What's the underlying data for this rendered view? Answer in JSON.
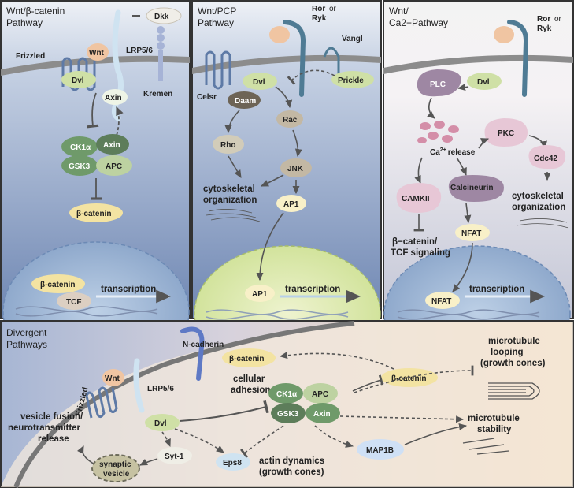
{
  "panels": {
    "canonical": {
      "title_1": "Wnt/β-catenin",
      "title_2": "Pathway"
    },
    "pcp": {
      "title_1": "Wnt/PCP",
      "title_2": "Pathway"
    },
    "calcium": {
      "title_1": "Wnt/",
      "title_2": "Ca2+Pathway"
    },
    "divergent": {
      "title_1": "Divergent",
      "title_2": "Pathways"
    }
  },
  "canonical": {
    "wnt": "Wnt",
    "dkk": "Dkk",
    "lrp": "LRP5/6",
    "frizzled": "Frizzled",
    "kremen": "Kremen",
    "dvl": "Dvl",
    "axin_top": "Axin",
    "ck1a": "CK1α",
    "axin": "Axin",
    "gsk3": "GSK3",
    "apc": "APC",
    "bcat": "β-catenin",
    "bcat_nuc": "β-catenin",
    "tcf": "TCF",
    "transcription": "transcription"
  },
  "pcp": {
    "ror_1": "Ror",
    "ror_or": "or",
    "ror_2": "Ryk",
    "vangl": "Vangl",
    "celsr": "Celsr",
    "dvl": "Dvl",
    "prickle": "Prickle",
    "daam": "Daam",
    "rac": "Rac",
    "rho": "Rho",
    "jnk": "JNK",
    "cyto_1": "cytoskeletal",
    "cyto_2": "organization",
    "ap1": "AP1",
    "ap1_nuc": "AP1",
    "transcription": "transcription"
  },
  "calcium": {
    "ror_1": "Ror",
    "ror_or": "or",
    "ror_2": "Ryk",
    "plc": "PLC",
    "dvl": "Dvl",
    "ca_release_pre": "Ca",
    "ca_sup": "2+",
    "ca_release_post": "release",
    "pkc": "PKC",
    "cdc42": "Cdc42",
    "camkii": "CAMKII",
    "calcineurin": "Calcineurin",
    "cyto_1": "cytoskeletal",
    "cyto_2": "organization",
    "nfat": "NFAT",
    "bcat_1": "β−catenin/",
    "bcat_2": "TCF signaling",
    "nfat_nuc": "NFAT",
    "transcription": "transcription"
  },
  "divergent": {
    "ncad": "N-cadherin",
    "bcat": "β-catenin",
    "adh_1": "cellular",
    "adh_2": "adhesion",
    "bcat_right": "β-catenin",
    "mt_loop_1": "microtubule",
    "mt_loop_2": "looping",
    "mt_loop_3": "(growth cones)",
    "wnt": "Wnt",
    "frizzled": "Frizzled",
    "lrp": "LRP5/6",
    "ck1a": "CK1α",
    "apc": "APC",
    "gsk3": "GSK3",
    "axin": "Axin",
    "dvl": "Dvl",
    "vf_1": "vesicle fusion/",
    "vf_2": "neurotransmitter",
    "vf_3": "release",
    "syt": "Syt-1",
    "sv_1": "synaptic",
    "sv_2": "vesicle",
    "eps8": "Eps8",
    "actin_1": "actin dynamics",
    "actin_2": "(growth cones)",
    "map1b": "MAP1B",
    "mt_stab_1": "microtubule",
    "mt_stab_2": "stability"
  },
  "colors": {
    "dvl": "#cfe0a6",
    "gsk3": "#6f9a6a",
    "bcat": "#f3e3a2",
    "tcf": "#dccfc2",
    "nucleus_blue": "#9fb8d6",
    "nucleus_green": "#dde9b4",
    "pkc": "#e7c7d6"
  }
}
